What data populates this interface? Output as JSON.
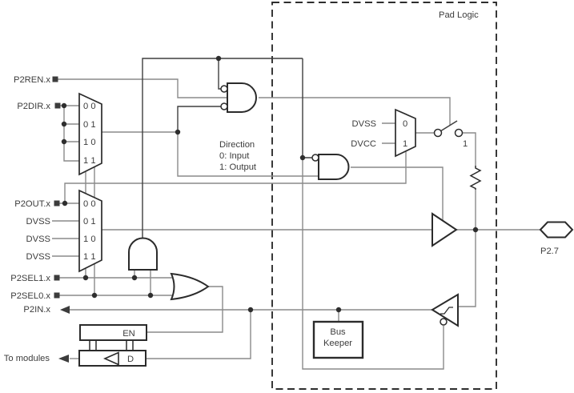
{
  "diagram": {
    "pad_logic_title": "Pad Logic",
    "pin_name": "P2.7",
    "left_signals": {
      "p2ren": "P2REN.x",
      "p2dir": "P2DIR.x",
      "p2out": "P2OUT.x",
      "dvss1": "DVSS",
      "dvss2": "DVSS",
      "dvss3": "DVSS",
      "p2sel1": "P2SEL1.x",
      "p2sel0": "P2SEL0.x",
      "p2in": "P2IN.x",
      "to_modules": "To modules"
    },
    "dir_mux": {
      "rows": [
        "0 0",
        "0 1",
        "1 0",
        "1 1"
      ]
    },
    "out_mux": {
      "rows": [
        "0 0",
        "0 1",
        "1 0",
        "1 1"
      ]
    },
    "direction_note": {
      "line1": "Direction",
      "line2": "0: Input",
      "line3": "1: Output"
    },
    "pull_mux": {
      "input0": "DVSS",
      "input1": "DVCC",
      "row0": "0",
      "row1": "1"
    },
    "switch_label": "1",
    "latch": {
      "en": "EN",
      "d": "D"
    },
    "bus_keeper": {
      "line1": "Bus",
      "line2": "Keeper"
    },
    "colors": {
      "wire": "#8a8a8a",
      "outline": "#2b2b2b",
      "text": "#3c3c3c"
    }
  }
}
